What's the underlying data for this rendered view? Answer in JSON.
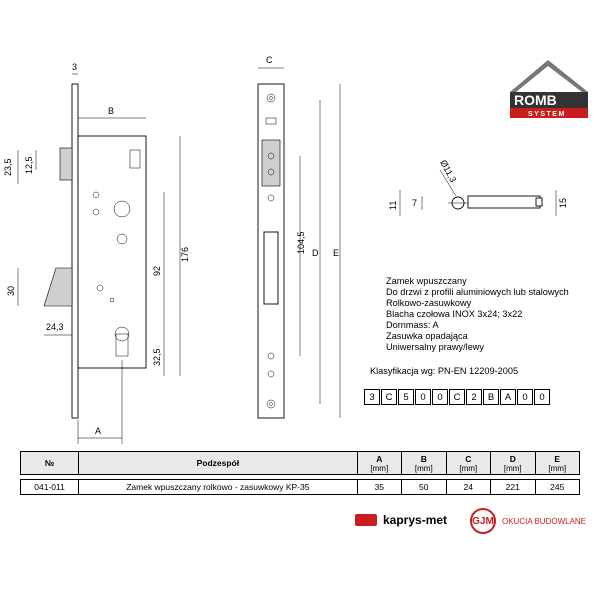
{
  "logo": {
    "top": "ROMB",
    "bottom": "SYSTEM"
  },
  "dims": {
    "d3": "3",
    "dB": "B",
    "dA": "A",
    "dC": "C",
    "dD": "D",
    "dE": "E",
    "d23_5": "23,5",
    "d12_5": "12,5",
    "d30": "30",
    "d24_3": "24,3",
    "d176": "176",
    "d92": "92",
    "d32_5": "32,5",
    "d104_5": "104,5",
    "d11_3": "Ø11,3",
    "d11": "11",
    "d7": "7",
    "d15": "15"
  },
  "description": [
    "Zamek wpuszczany",
    "Do drzwi z profili aluminiowych lub stalowych",
    "Rolkowo-zasuwkowy",
    "Blacha czołowa INOX 3x24; 3x22",
    "Dornmass: A",
    "Zasuwka opadająca",
    "Uniwersalny prawy/lewy"
  ],
  "classification": "Klasyfikacja wg: PN-EN 12209-2005",
  "code": [
    "3",
    "C",
    "5",
    "0",
    "0",
    "C",
    "2",
    "B",
    "A",
    "0",
    "0"
  ],
  "table": {
    "headers": {
      "no": "№",
      "part": "Podzespół",
      "a": "A",
      "b": "B",
      "c": "C",
      "d": "D",
      "e": "E",
      "unit": "[mm]"
    },
    "row": {
      "no": "041-011",
      "part": "Zamek wpuszczany rolkowo - zasuwkowy  KP-35",
      "a": "35",
      "b": "50",
      "c": "24",
      "d": "221",
      "e": "245"
    }
  },
  "brands": {
    "kaprys": "kaprys-met",
    "gjm": "GJM",
    "gjm_sub": "OKUCIA BUDOWLANE"
  }
}
